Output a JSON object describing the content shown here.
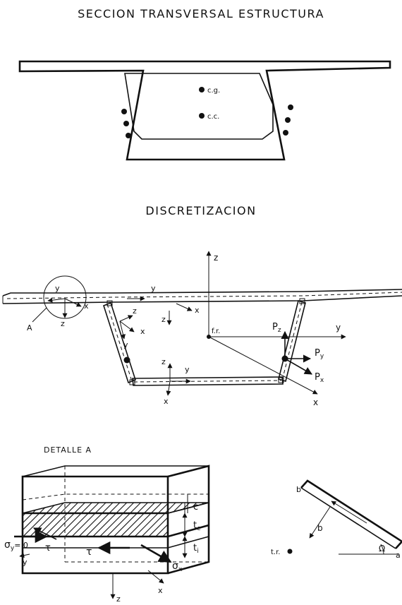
{
  "titles": {
    "section": "SECCION TRANSVERSAL ESTRUCTURA",
    "discretization": "DISCRETIZACION",
    "detail": "DETALLE A"
  },
  "section": {
    "cg_label": "c.g.",
    "cc_label": "c.c."
  },
  "discretization": {
    "axis_z": "z",
    "axis_y": "y",
    "axis_x": "x",
    "fr_label": "f.r.",
    "detail_marker": "A",
    "pz": "P",
    "pz_sub": "z",
    "py": "P",
    "py_sub": "y",
    "px": "P",
    "px_sub": "x"
  },
  "detail": {
    "c_label": "c",
    "te_label": "t",
    "te_sub": "e",
    "ti_label": "t",
    "ti_sub": "i",
    "sigma_y": "σ",
    "sigma_y_sub": "y",
    "sigma_y_eq": "= 0",
    "tau1": "τ",
    "tau2": "τ",
    "sigma_x": "σ",
    "sigma_x_sub": "x",
    "axis_y": "y",
    "axis_z": "z",
    "axis_x": "x",
    "wall_b": "b",
    "wall_b_dir": "b",
    "wall_a": "a",
    "wall_tr": "t.r.",
    "omega": "Ω"
  }
}
